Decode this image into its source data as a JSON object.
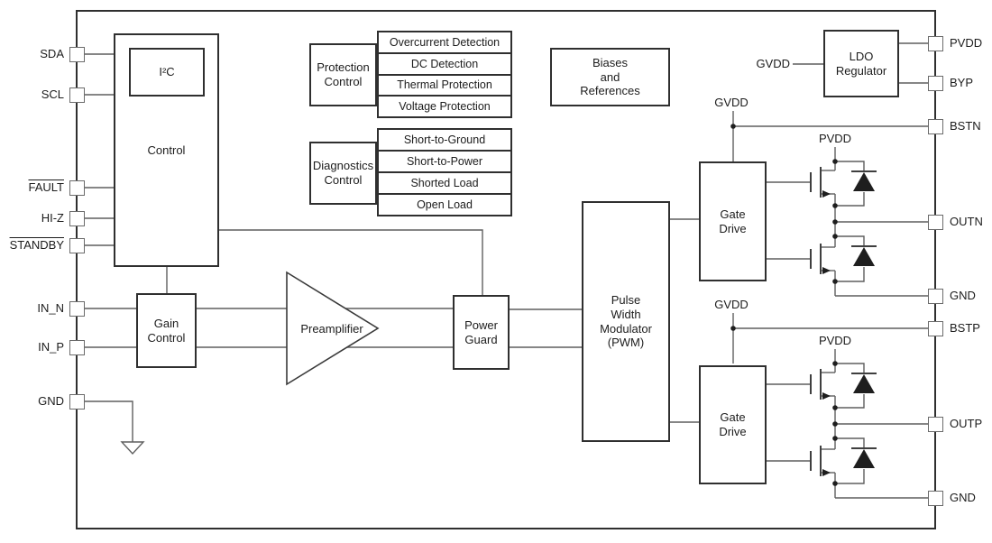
{
  "diagram": {
    "blocks": {
      "control": "Control",
      "i2c": "I²C",
      "gain_control": "Gain\nControl",
      "preamplifier": "Preamplifier",
      "power_guard": "Power\nGuard",
      "pwm": "Pulse\nWidth\nModulator\n(PWM)",
      "gate_drive_n": "Gate\nDrive",
      "gate_drive_p": "Gate\nDrive",
      "protection_control": "Protection\nControl",
      "diagnostics_control": "Diagnostics\nControl",
      "biases_references": "Biases\nand\nReferences",
      "ldo_regulator": "LDO\nRegulator"
    },
    "protection_functions": [
      "Overcurrent Detection",
      "DC Detection",
      "Thermal Protection",
      "Voltage Protection"
    ],
    "diagnostic_functions": [
      "Short-to-Ground",
      "Short-to-Power",
      "Shorted Load",
      "Open Load"
    ],
    "rails": {
      "gvdd": "GVDD",
      "pvdd": "PVDD"
    },
    "pins": {
      "left": [
        {
          "label": "SDA",
          "active_low": false
        },
        {
          "label": "SCL",
          "active_low": false
        },
        {
          "label": "FAULT",
          "active_low": true
        },
        {
          "label": "HI-Z",
          "active_low": false
        },
        {
          "label": "STANDBY",
          "active_low": true
        },
        {
          "label": "IN_N",
          "active_low": false
        },
        {
          "label": "IN_P",
          "active_low": false
        },
        {
          "label": "GND",
          "active_low": false
        }
      ],
      "right": [
        {
          "label": "PVDD"
        },
        {
          "label": "BYP"
        },
        {
          "label": "BSTN"
        },
        {
          "label": "OUTN"
        },
        {
          "label": "GND"
        },
        {
          "label": "BSTP"
        },
        {
          "label": "OUTP"
        },
        {
          "label": "GND"
        }
      ]
    }
  }
}
